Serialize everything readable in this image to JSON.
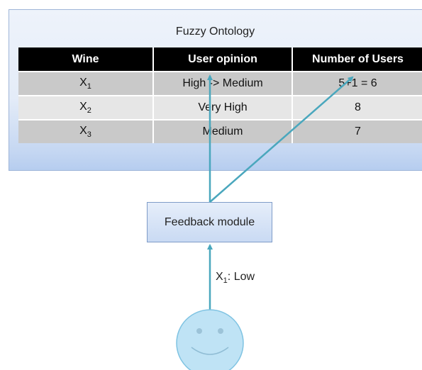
{
  "ontology": {
    "title": "Fuzzy Ontology",
    "columns": [
      "Wine",
      "User opinion",
      "Number of Users"
    ],
    "rows": [
      {
        "wine": "X",
        "wine_sub": "1",
        "opinion": "High -> Medium",
        "users": "5+1 = 6"
      },
      {
        "wine": "X",
        "wine_sub": "2",
        "opinion": "Very High",
        "users": "8"
      },
      {
        "wine": "X",
        "wine_sub": "3",
        "opinion": "Medium",
        "users": "7"
      }
    ]
  },
  "feedback": {
    "label": "Feedback module"
  },
  "user_input": {
    "prefix": "X",
    "sub": "1",
    "suffix": ": Low"
  },
  "colors": {
    "arrow": "#4aa7bd",
    "header_bg": "#000000",
    "row_dark": "#c9c9c9",
    "row_light": "#e6e6e6",
    "panel_border": "#9fb5d8",
    "smiley_fill": "#bfe3f5"
  },
  "icons": [
    "smiley-face-icon"
  ]
}
